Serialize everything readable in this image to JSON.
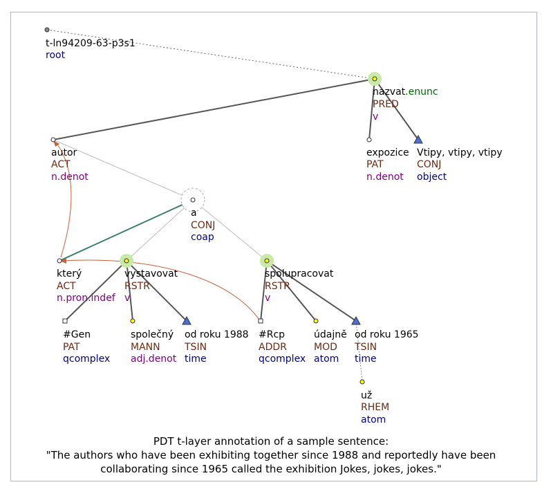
{
  "tree_id": "t-ln94209-63-p3s1",
  "root_label": "root",
  "nodes": {
    "nazvat": {
      "lemma": "nazvat",
      "suffix": ".enunc",
      "functor": "PRED",
      "sem": "v"
    },
    "autor": {
      "lemma": "autor",
      "functor": "ACT",
      "sem": "n.denot"
    },
    "expozice": {
      "lemma": "expozice",
      "functor": "PAT",
      "sem": "n.denot"
    },
    "vtipy": {
      "lemma": "Vtipy, vtipy, vtipy",
      "functor": "CONJ",
      "sem": "object"
    },
    "a": {
      "lemma": "a",
      "functor": "CONJ",
      "sem": "coap"
    },
    "ktery": {
      "lemma": "který",
      "functor": "ACT",
      "sem": "n.pron.indef"
    },
    "vystavovat": {
      "lemma": "vystavovat",
      "functor": "RSTR",
      "sem": "v"
    },
    "spolupracovat": {
      "lemma": "spolupracovat",
      "functor": "RSTR",
      "sem": "v"
    },
    "gen": {
      "lemma": "#Gen",
      "functor": "PAT",
      "sem": "qcomplex"
    },
    "spolecny": {
      "lemma": "společný",
      "functor": "MANN",
      "sem": "adj.denot"
    },
    "odroku1988": {
      "lemma": "od roku 1988",
      "functor": "TSIN",
      "sem": "time"
    },
    "rcp": {
      "lemma": "#Rcp",
      "functor": "ADDR",
      "sem": "qcomplex"
    },
    "udajne": {
      "lemma": "údajně",
      "functor": "MOD",
      "sem": "atom"
    },
    "odroku1965": {
      "lemma": "od roku 1965",
      "functor": "TSIN",
      "sem": "time"
    },
    "uz": {
      "lemma": "už",
      "functor": "RHEM",
      "sem": "atom"
    }
  },
  "caption": {
    "line1": "PDT t-layer annotation of a sample sentence:",
    "line2": "\"The authors who have been exhibiting together since 1988 and reportedly have been",
    "line3": "collaborating since 1965 called the exhibition Jokes, jokes, jokes.\""
  },
  "colors": {
    "edge": "#555555",
    "edge_light": "#bbbbbb",
    "coref": "#c8603c",
    "coord_edge": "#3a7f6a",
    "highlight": "#c9e9a6",
    "node_yellow": "#ffff00",
    "triangle": "#4a6fd6",
    "functor": "#6b2a14",
    "semtag": "#800080",
    "nodetype": "#000080",
    "suffix": "#006400",
    "frame": "#a9b3dc"
  }
}
